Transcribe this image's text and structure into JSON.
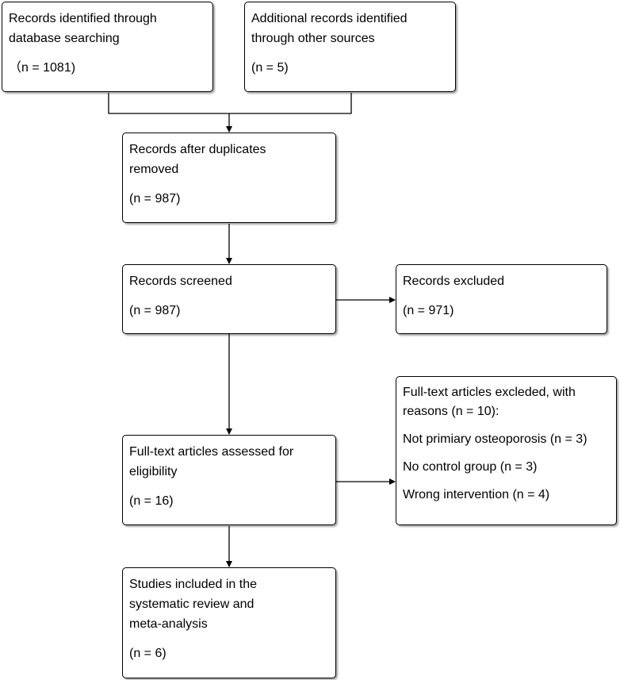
{
  "boxes": {
    "identified": {
      "lines": [
        "Records identified through",
        "database searching"
      ],
      "count": "（n = 1081)"
    },
    "additional": {
      "lines": [
        "Additional records identified",
        "through other sources"
      ],
      "count": "(n = 5)"
    },
    "duplicates": {
      "lines": [
        "Records after duplicates",
        "removed"
      ],
      "count": "(n = 987)"
    },
    "screened": {
      "lines": [
        "Records screened"
      ],
      "count": "(n = 987)"
    },
    "excluded": {
      "lines": [
        "Records excluded"
      ],
      "count": "(n = 971)"
    },
    "fulltext_excluded": {
      "lines": [
        "Full-text articles excleded, with",
        "reasons (n = 10):"
      ],
      "reasons": [
        "Not primiary osteoporosis (n = 3)",
        "No control group (n = 3)",
        "Wrong intervention (n = 4)"
      ]
    },
    "assessed": {
      "lines": [
        "Full-text articles assessed for",
        "eligibility"
      ],
      "count": "(n = 16)"
    },
    "included": {
      "lines": [
        "Studies included in the",
        "systematic review and",
        "meta-analysis"
      ],
      "count": "(n = 6)"
    }
  }
}
